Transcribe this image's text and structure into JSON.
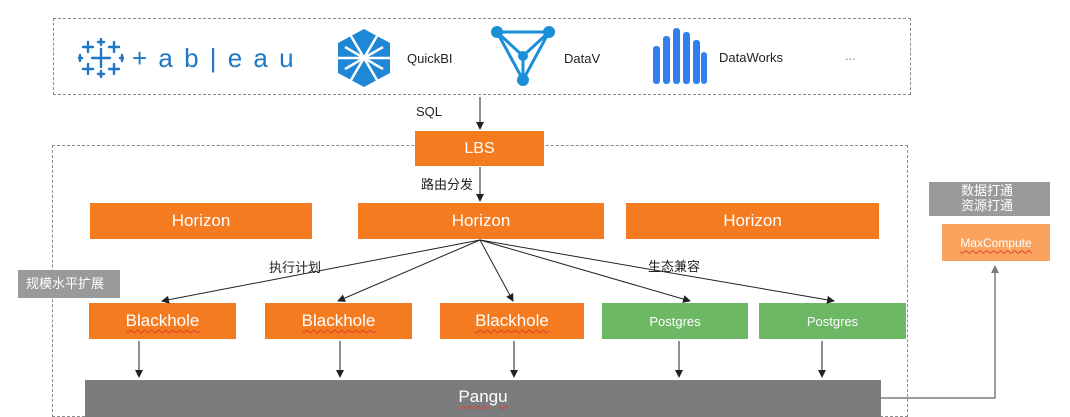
{
  "tools": {
    "tableau": "+ a b | e a u",
    "quickbi": "QuickBI",
    "datav": "DataV",
    "dataworks": "DataWorks",
    "more": "..."
  },
  "labels": {
    "sql": "SQL",
    "routing": "路由分发",
    "exec_plan": "执行计划",
    "ecosystem": "生态兼容"
  },
  "nodes": {
    "lbs": "LBS",
    "horizon": [
      "Horizon",
      "Horizon",
      "Horizon"
    ],
    "blackhole": [
      "Blackhole",
      "Blackhole",
      "Blackhole"
    ],
    "postgres": [
      "Postgres",
      "Postgres"
    ],
    "pangu": "Pangu",
    "maxcompute": "MaxCompute"
  },
  "tags": {
    "scale": "规模水平扩展",
    "data_line1": "数据打通",
    "data_line2": "资源打通"
  },
  "colors": {
    "orange": "#f47b20",
    "light_orange": "#f9a35f",
    "green": "#6cb865",
    "grey": "#7b7c7e",
    "tableau_blue": "#1f77c8",
    "quickbi_blue": "#1e88d6",
    "datav_blue": "#1a8fd8",
    "dataworks_blue": "#2f7ff0"
  }
}
